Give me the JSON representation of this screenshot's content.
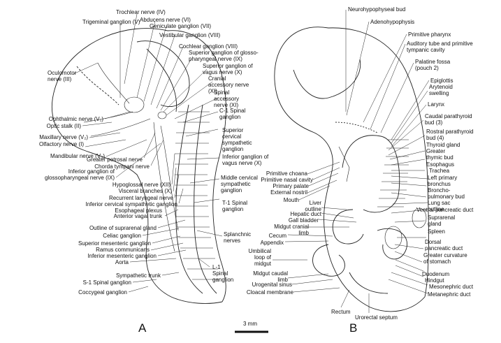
{
  "panel_a": {
    "letter": "A",
    "labels": {
      "trochlear": "Trochlear nerve (IV)",
      "trigeminal": "Trigeminal ganglion (V)",
      "abducens": "Abducens nerve (VI)",
      "geniculate": "Geniculate ganglion (VII)",
      "vestibular": "Vestibular ganglion (VIII)",
      "cochlear": "Cochlear ganglion (VIII)",
      "sup_glosso": "Superior ganglion of glosso-pharyngeal nerve (IX)",
      "sup_vagus": "Superior ganglion of vagus nerve (X)",
      "cranial_acc": "Cranial accessory nerve (XI)",
      "spinal_acc": "Spinal accessory nerve (XI)",
      "c1": "C-1 Spinal ganglion",
      "sup_cerv": "Superior cervical sympathetic ganglion",
      "inf_vagus": "Inferior ganglion of vagus nerve (X)",
      "mid_cerv": "Middle cervical sympathetic ganglion",
      "t1": "T-1 Spinal ganglion",
      "splanchnic": "Splanchnic nerves",
      "l1": "L-1 Spinal ganglion",
      "oculomotor": "Oculomotor nerve (III)",
      "ophthalmic": "Ophthalmic nerve (V₁)",
      "optic": "Optic stalk (II)",
      "maxillary": "Maxillary nerve (V₂)",
      "olfactory": "Olfactory nerve (I)",
      "mandibular": "Mandibular nerve (V₃)",
      "petrosal": "Greater petrosal nerve",
      "chorda": "Chorda tympani nerve",
      "inf_glosso": "Inferior ganglion of glossopharyngeal nerve (IX)",
      "hypoglossal": "Hypoglossal nerve (XII)",
      "visceral": "Visceral branches (X)",
      "recurrent": "Recurrent laryngeal nerve",
      "inf_cerv": "Inferior cervical sympathetic ganglion",
      "esoph_plexus": "Esophageal plexus",
      "ant_vagal": "Anterior vagal trunk",
      "suprarenal_outline": "Outline of suprarenal gland",
      "celiac": "Celiac ganglion",
      "sup_mes": "Superior mesenteric ganglion",
      "ramus": "Ramus communicans",
      "inf_mes": "Inferior mesenteric ganglion",
      "aorta": "Aorta",
      "symp_trunk": "Sympathetic trunk",
      "s1": "S-1 Spinal ganglion",
      "coccygeal": "Coccygeal ganglion"
    }
  },
  "panel_b": {
    "letter": "B",
    "labels": {
      "neurohypo": "Neurohypophyseal bud",
      "adenohypo": "Adenohypophysis",
      "prim_pharynx": "Primitive pharynx",
      "auditory": "Auditory tube and primitive tympanic cavity",
      "palatine": "Palatine fossa (pouch 2)",
      "epiglottis": "Epiglottis",
      "arytenoid": "Arytenoid swelling",
      "larynx": "Larynx",
      "caudal_para": "Caudal parathyroid bud (3)",
      "rostral_para": "Rostral parathyroid bud (4)",
      "thyroid": "Thyroid gland",
      "thymic": "Greater thymic bud",
      "esophagus": "Esophagus",
      "trachea": "Trachea",
      "left_bronchus": "Left primary bronchus",
      "bronchopulm": "Broncho-pulmonary bud",
      "lung_sac": "Lung sac outline",
      "vent_panc": "Ventral pancreatic duct",
      "suprarenal": "Suprarenal gland",
      "spleen": "Spleen",
      "dorsal_panc": "Dorsal pancreatic duct",
      "greater_curv": "Greater curvature of stomach",
      "duodenum": "Duodenum",
      "hindgut": "Hindgut",
      "mesonephric": "Mesonephric duct",
      "metanephric": "Metanephric duct",
      "prim_choana": "Primitive choana",
      "prim_nasal": "Primitive nasal cavity",
      "prim_palate": "Primary palate",
      "ext_nostril": "External nostril",
      "mouth": "Mouth",
      "liver": "Liver outline",
      "hepatic": "Hepatic duct",
      "gall": "Gall bladder",
      "midgut_cranial": "Midgut cranial limb",
      "cecum": "Cecum",
      "appendix": "Appendix",
      "umbilical": "Umbilical loop of midgut",
      "midgut_caudal": "Midgut caudal limb",
      "urogenital": "Urogenital sinus",
      "cloacal": "Cloacal membrane",
      "rectum": "Rectum",
      "urorectal": "Urorectal septum"
    }
  },
  "scale_bar": {
    "label": "3 mm"
  },
  "colors": {
    "ink": "#111111",
    "background": "#ffffff"
  }
}
